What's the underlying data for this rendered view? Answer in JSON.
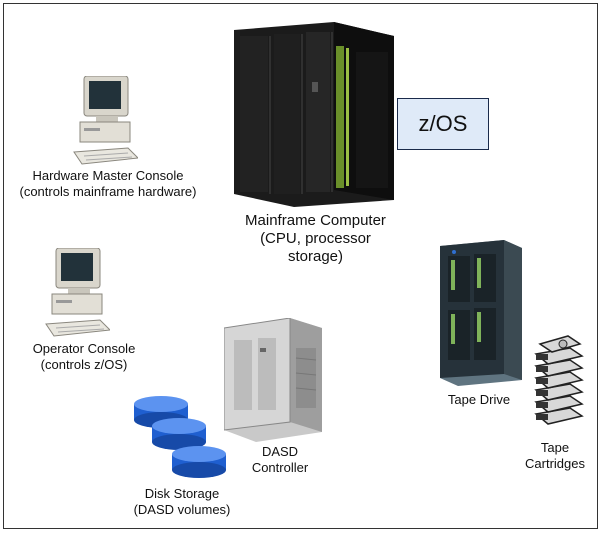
{
  "zos_box": {
    "label": "z/OS"
  },
  "mainframe": {
    "line1": "Mainframe Computer",
    "line2": "(CPU, processor",
    "line3": "storage)"
  },
  "hmc": {
    "line1": "Hardware Master Console",
    "line2": "(controls mainframe hardware)"
  },
  "operator_console": {
    "line1": "Operator Console",
    "line2": "(controls z/OS)"
  },
  "dasd_controller": {
    "line1": "DASD",
    "line2": "Controller"
  },
  "disk_storage": {
    "line1": "Disk Storage",
    "line2": "(DASD volumes)"
  },
  "tape_drive": {
    "label": "Tape Drive"
  },
  "tape_cartridges": {
    "line1": "Tape",
    "line2": "Cartridges"
  },
  "colors": {
    "zos_fill": "#dfeaf8",
    "disk_blue": "#1f5fd0",
    "mainframe_black": "#141414",
    "mainframe_accent": "#6a8f2a"
  }
}
